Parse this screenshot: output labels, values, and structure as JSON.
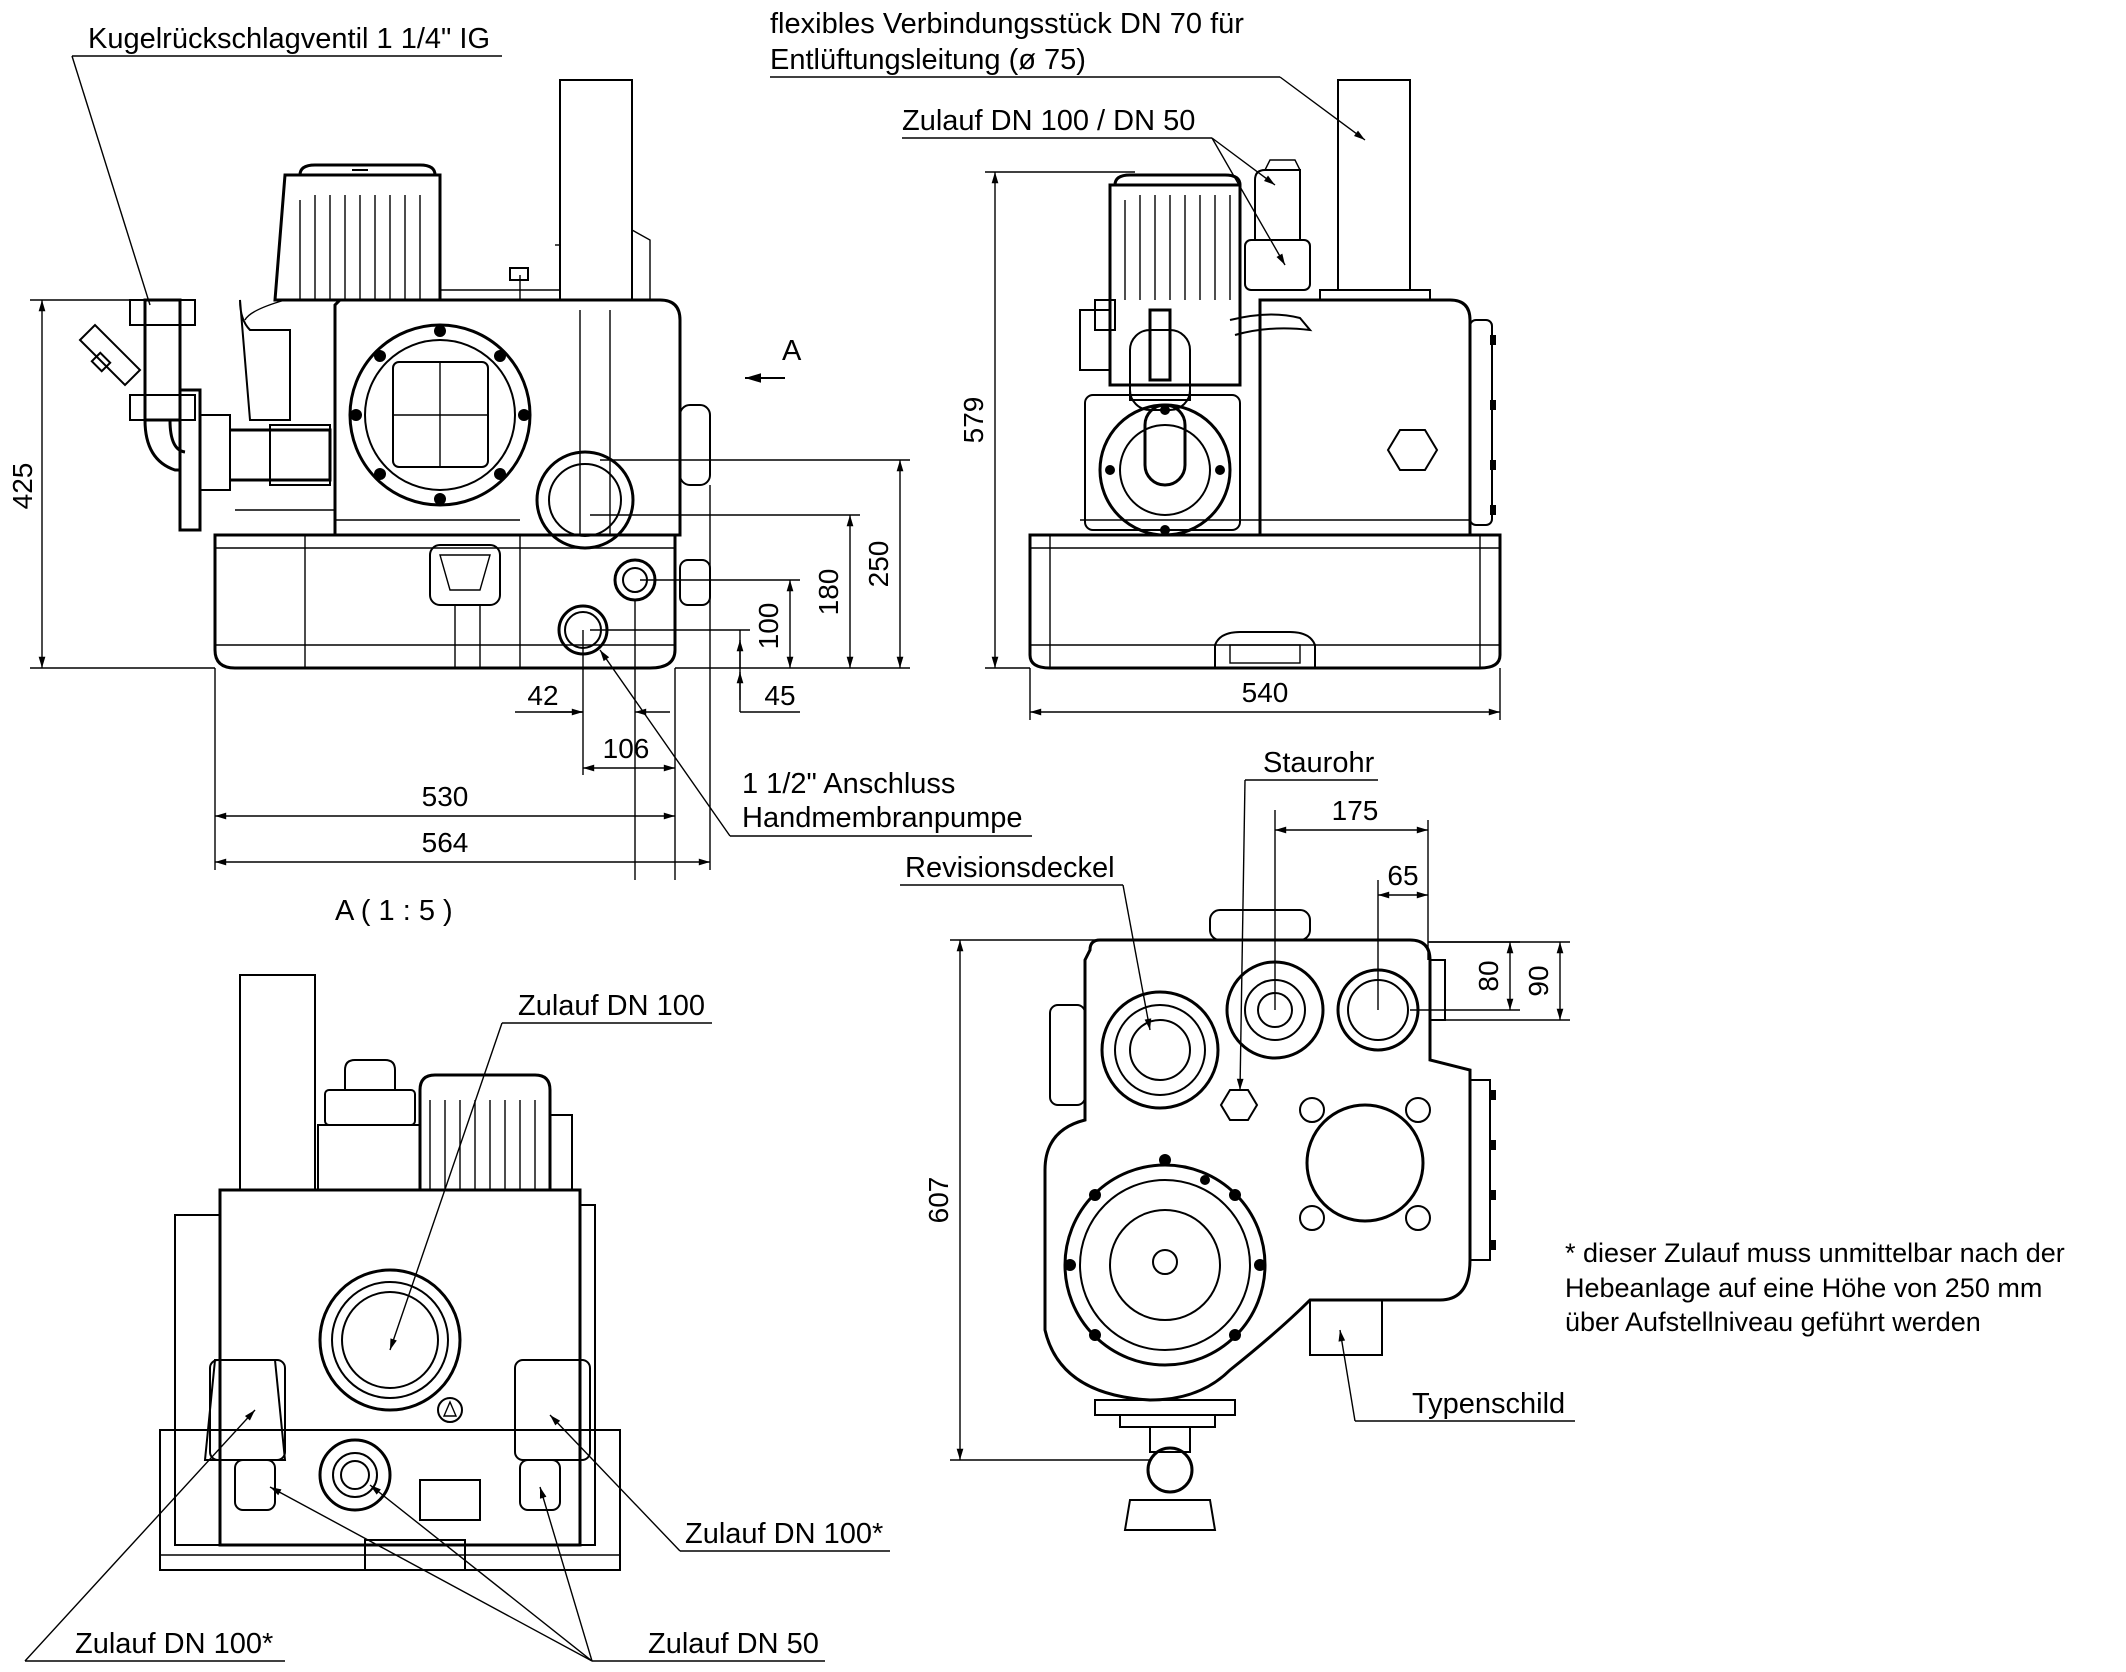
{
  "labels": {
    "check_valve": "Kugelrückschlagventil 1 1/4\" IG",
    "vent_connector_line1": "flexibles Verbindungsstück DN 70 für",
    "vent_connector_line2": "Entlüftungsleitung (ø 75)",
    "inlet_dn100_dn50": "Zulauf DN 100 / DN 50",
    "view_arrow": "A",
    "hand_pump_line1": "1 1/2\" Anschluss",
    "hand_pump_line2": "Handmembranpumpe",
    "view_a_title": "A ( 1 : 5 )",
    "inlet_dn100": "Zulauf DN 100",
    "inlet_dn100_star_right": "Zulauf DN 100*",
    "inlet_dn100_star_left": "Zulauf DN 100*",
    "inlet_dn50": "Zulauf DN 50",
    "staurohr": "Staurohr",
    "revisionsdeckel": "Revisionsdeckel",
    "typenschild": "Typenschild"
  },
  "dimensions": {
    "height_425": "425",
    "height_250": "250",
    "height_180": "180",
    "height_100": "100",
    "offset_42": "42",
    "offset_45": "45",
    "offset_106": "106",
    "width_530": "530",
    "width_564": "564",
    "height_579": "579",
    "width_540": "540",
    "top_175": "175",
    "top_65": "65",
    "top_80": "80",
    "top_90": "90",
    "height_607": "607"
  },
  "note": {
    "line1": "* dieser Zulauf muss unmittelbar nach der",
    "line2": "Hebeanlage auf eine Höhe von 250 mm",
    "line3": "über Aufstellniveau geführt werden"
  }
}
